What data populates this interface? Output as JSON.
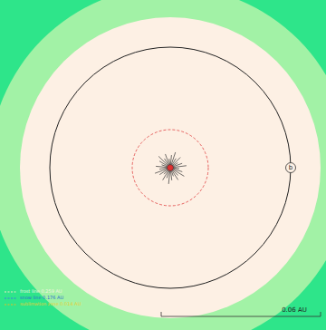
{
  "diagram": {
    "nodes": [
      {
        "text": [
          "b"
        ]
      }
    ],
    "labels": [
      "0.06 AU"
    ],
    "legend": [
      {
        "text": "frost line 0.259 AU"
      },
      {
        "text": "snow line 0.176 AU"
      },
      {
        "text": "sublimation zone 0.014 AU"
      }
    ]
  }
}
